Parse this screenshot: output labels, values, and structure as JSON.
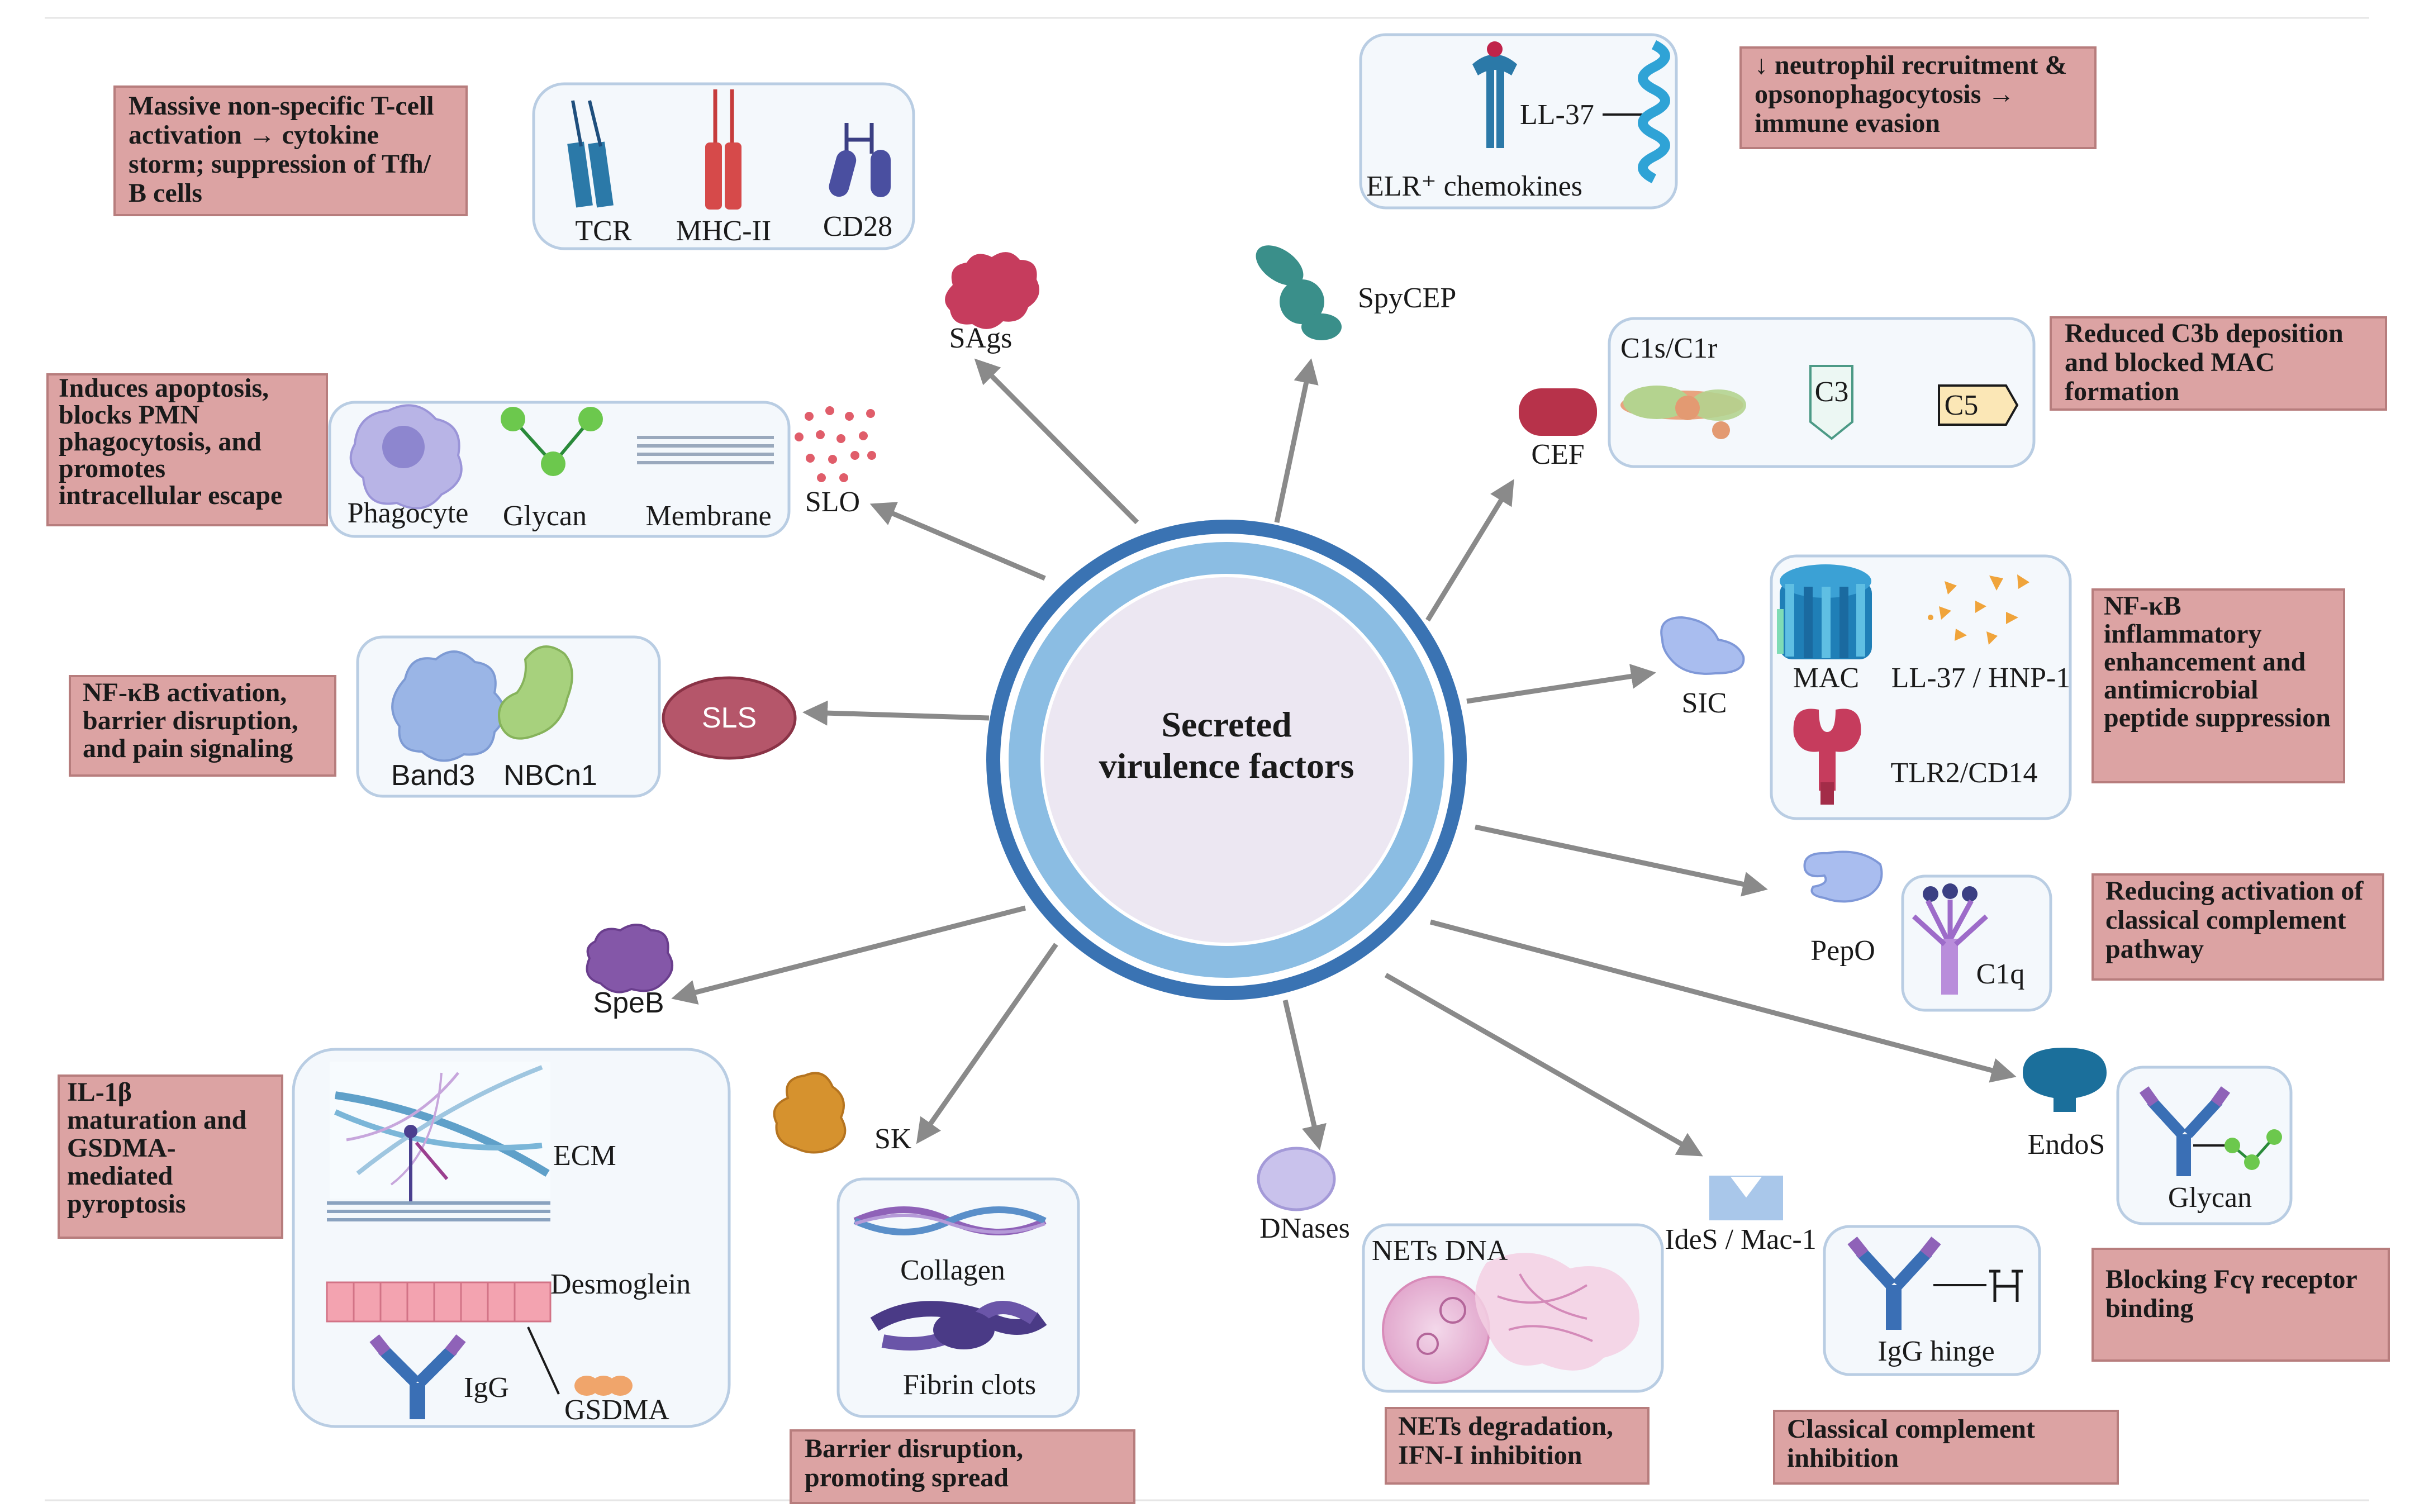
{
  "center": {
    "title_line1": "Secreted",
    "title_line2": "virulence factors"
  },
  "factors": {
    "sags": "SAgs",
    "spycep": "SpyCEP",
    "cef": "CEF",
    "slo": "SLO",
    "sls": "SLS",
    "sic": "SIC",
    "pepo": "PepO",
    "speb": "SpeB",
    "sk": "SK",
    "dnases": "DNases",
    "ides": "IdeS / Mac-1",
    "endos": "EndoS"
  },
  "targets": {
    "tcr": "TCR",
    "mhc2": "MHC-II",
    "cd28": "CD28",
    "ll37": "LL-37",
    "elr": "ELR⁺ chemokines",
    "c1s": "C1s/C1r",
    "c3": "C3",
    "c5": "C5",
    "phagocyte": "Phagocyte",
    "glycan_slo": "Glycan",
    "membrane": "Membrane",
    "band3": "Band3",
    "nbcn1": "NBCn1",
    "mac": "MAC",
    "ll37_hnp1": "LL-37 / HNP-1",
    "tlr2": "TLR2/CD14",
    "c1q": "C1q",
    "ecm": "ECM",
    "desmoglein": "Desmoglein",
    "igg": "IgG",
    "gsdma": "GSDMA",
    "collagen": "Collagen",
    "fibrin": "Fibrin clots",
    "nets_dna": "NETs DNA",
    "igg_hinge": "IgG hinge",
    "glycan_endos": "Glycan"
  },
  "effects": {
    "tcell": [
      "Massive non-specific T-cell",
      "activation → cytokine",
      "storm; suppression of Tfh/",
      "B cells"
    ],
    "neutrophil": [
      "↓ neutrophil recruitment &",
      "opsonophagocytosis →",
      "immune evasion"
    ],
    "c3b": [
      "Reduced C3b deposition",
      "and blocked MAC",
      "formation"
    ],
    "apoptosis": [
      "Induces apoptosis,",
      "blocks PMN",
      "phagocytosis, and",
      "promotes",
      "intracellular escape"
    ],
    "nfkb_sls": [
      "NF-κB activation,",
      "barrier disruption,",
      "and pain signaling"
    ],
    "nfkb_sic": [
      "NF-κB",
      "inflammatory",
      "enhancement and",
      "antimicrobial",
      "peptide suppression"
    ],
    "classical_pepo": [
      "Reducing activation of",
      "classical complement",
      "pathway"
    ],
    "il1b": [
      "IL-1β",
      "maturation and",
      "GSDMA-",
      "mediated",
      "pyroptosis"
    ],
    "fcg": [
      "Blocking Fcγ receptor",
      "binding"
    ],
    "barrier": [
      "Barrier disruption,",
      "promoting spread"
    ],
    "nets": [
      "NETs degradation,",
      "IFN-I inhibition"
    ],
    "classical_ides": [
      "Classical complement",
      "inhibition"
    ]
  },
  "colors": {
    "ring_outer": "#3a73b3",
    "ring_inner": "#8bbde3",
    "center_fill": "#ece7f2",
    "effect_box": "#dca3a3",
    "panel_fill": "#f4f8fc",
    "arrow": "#8a8a8a"
  }
}
